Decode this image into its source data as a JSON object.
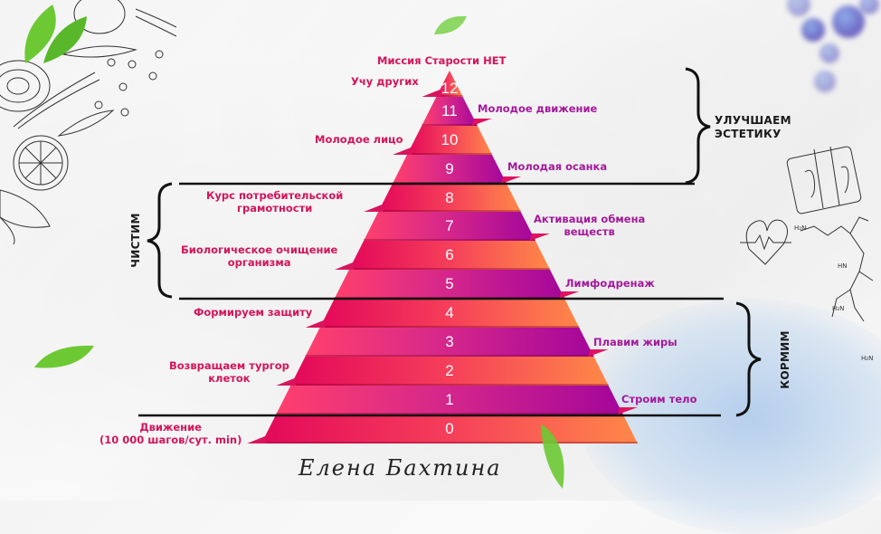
{
  "diagram": {
    "type": "pyramid",
    "title": "Миссия Старости НЕТ",
    "levels": [
      {
        "number": "0",
        "label": "Движение\n(10 000 шагов/сут. min)",
        "label_line1": "Движение",
        "label_line2": "(10 000 шагов/сут. min)",
        "side": "left"
      },
      {
        "number": "1",
        "label": "Строим тело",
        "side": "right"
      },
      {
        "number": "2",
        "label_line1": "Возвращаем тургор",
        "label_line2": "клеток",
        "side": "left"
      },
      {
        "number": "3",
        "label": "Плавим жиры",
        "side": "right"
      },
      {
        "number": "4",
        "label": "Формируем защиту",
        "side": "left"
      },
      {
        "number": "5",
        "label": "Лимфодренаж",
        "side": "right"
      },
      {
        "number": "6",
        "label_line1": "Биологическое очищение",
        "label_line2": "организма",
        "side": "left"
      },
      {
        "number": "7",
        "label_line1": "Активация обмена",
        "label_line2": "веществ",
        "side": "right"
      },
      {
        "number": "8",
        "label_line1": "Курс потребительской",
        "label_line2": "грамотности",
        "side": "left"
      },
      {
        "number": "9",
        "label": "Молодая осанка",
        "side": "right"
      },
      {
        "number": "10",
        "label": "Молодое лицо",
        "side": "left"
      },
      {
        "number": "11",
        "label": "Молодое движение",
        "side": "right"
      },
      {
        "number": "12",
        "label": "Учу других",
        "side": "left"
      }
    ],
    "groups": [
      {
        "name": "improve-aesthetics",
        "label_line1": "УЛУЧШАЕМ",
        "label_line2": "ЭСТЕТИКУ",
        "levels": "9–12",
        "side": "right"
      },
      {
        "name": "cleanse",
        "label": "ЧИСТИМ",
        "levels": "5–8",
        "side": "left"
      },
      {
        "name": "feed",
        "label": "КОРМИМ",
        "levels": "1–4",
        "side": "right"
      }
    ],
    "signature": "Елена Бахтина",
    "colors": {
      "band_pink_start": "#e8105a",
      "band_magenta_end": "#a8089a",
      "band_orange_end": "#ff8a45",
      "label_left": "#d4145a",
      "label_right": "#a3199b",
      "divider": "#111111"
    }
  }
}
